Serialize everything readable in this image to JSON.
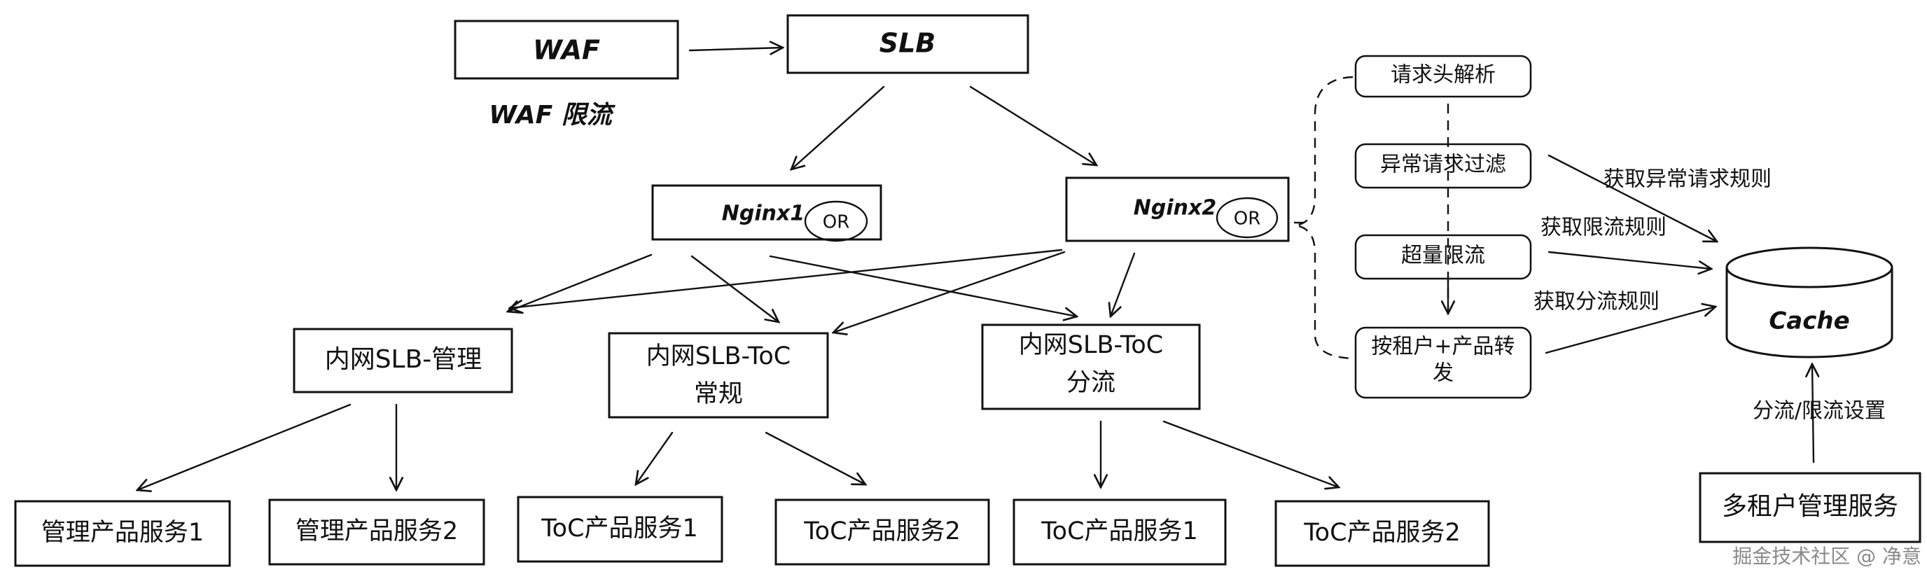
{
  "nodes": {
    "waf": "WAF",
    "waf_note": "WAF 限流",
    "slb": "SLB",
    "nginx1": "Nginx1",
    "nginx2": "Nginx2",
    "or1": "OR",
    "or2": "OR",
    "slb_admin": "内网SLB-管理",
    "slb_toc_normal_1": "内网SLB-ToC",
    "slb_toc_normal_2": "常规",
    "slb_toc_split_1": "内网SLB-ToC",
    "slb_toc_split_2": "分流",
    "svc_admin_1": "管理产品服务1",
    "svc_admin_2": "管理产品服务2",
    "svc_toc_1a": "ToC产品服务1",
    "svc_toc_2a": "ToC产品服务2",
    "svc_toc_1b": "ToC产品服务1",
    "svc_toc_2b": "ToC产品服务2",
    "step_parse": "请求头解析",
    "step_filter": "异常请求过滤",
    "step_limit": "超量限流",
    "step_route_1": "按租户+产品转",
    "step_route_2": "发",
    "cache": "Cache",
    "tenant_svc": "多租户管理服务"
  },
  "edge_labels": {
    "get_abnormal_rules": "获取异常请求规则",
    "get_limit_rules": "获取限流规则",
    "get_split_rules": "获取分流规则",
    "split_limit_settings": "分流/限流设置"
  },
  "watermark": "掘金技术社区 @ 净意"
}
